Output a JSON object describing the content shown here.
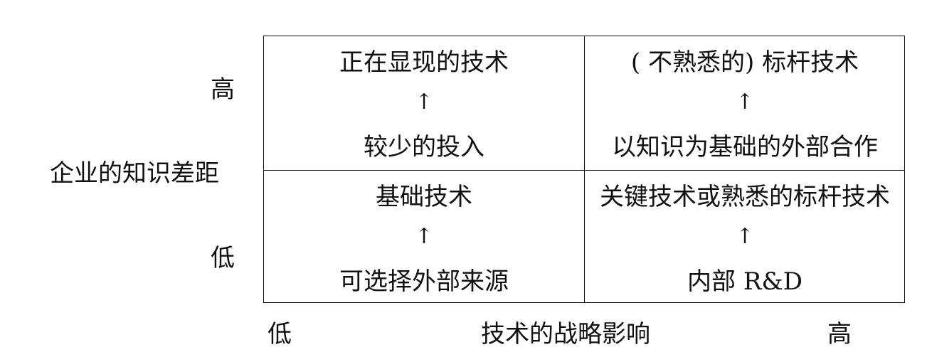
{
  "y_axis": {
    "title": "企业的知识差距",
    "high": "高",
    "low": "低"
  },
  "x_axis": {
    "title": "技术的战略影响",
    "low": "低",
    "high": "高"
  },
  "quadrants": {
    "top_left": {
      "top": "正在显现的技术",
      "arrow": "↑",
      "bottom": "较少的投入"
    },
    "top_right": {
      "top": "( 不熟悉的)  标杆技术",
      "arrow": "↑",
      "bottom": "以知识为基础的外部合作"
    },
    "bottom_left": {
      "top": "基础技术",
      "arrow": "↑",
      "bottom": "可选择外部来源"
    },
    "bottom_right": {
      "top": "关键技术或熟悉的标杆技术",
      "arrow": "↑",
      "bottom": "内部 R&D"
    }
  }
}
